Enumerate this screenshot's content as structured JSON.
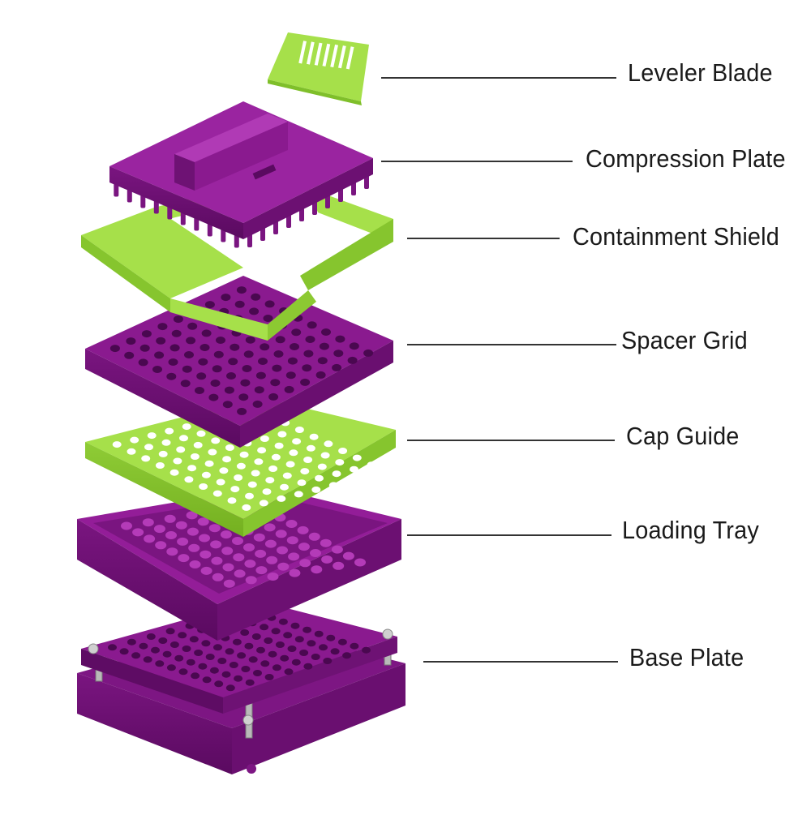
{
  "colors": {
    "purple": "#8a1a8f",
    "purple_dark": "#5e0c64",
    "purple_light": "#a634aa",
    "green": "#a6e04a",
    "green_dark": "#7fbf2a",
    "green_light": "#c2ee72",
    "metal": "#b9b9b9"
  },
  "parts": [
    {
      "id": "leveler-blade",
      "label": "Leveler Blade"
    },
    {
      "id": "compression-plate",
      "label": "Compression Plate"
    },
    {
      "id": "containment-shield",
      "label": "Containment Shield"
    },
    {
      "id": "spacer-grid",
      "label": "Spacer Grid"
    },
    {
      "id": "cap-guide",
      "label": "Cap Guide"
    },
    {
      "id": "loading-tray",
      "label": "Loading Tray"
    },
    {
      "id": "base-plate",
      "label": "Base Plate"
    }
  ]
}
